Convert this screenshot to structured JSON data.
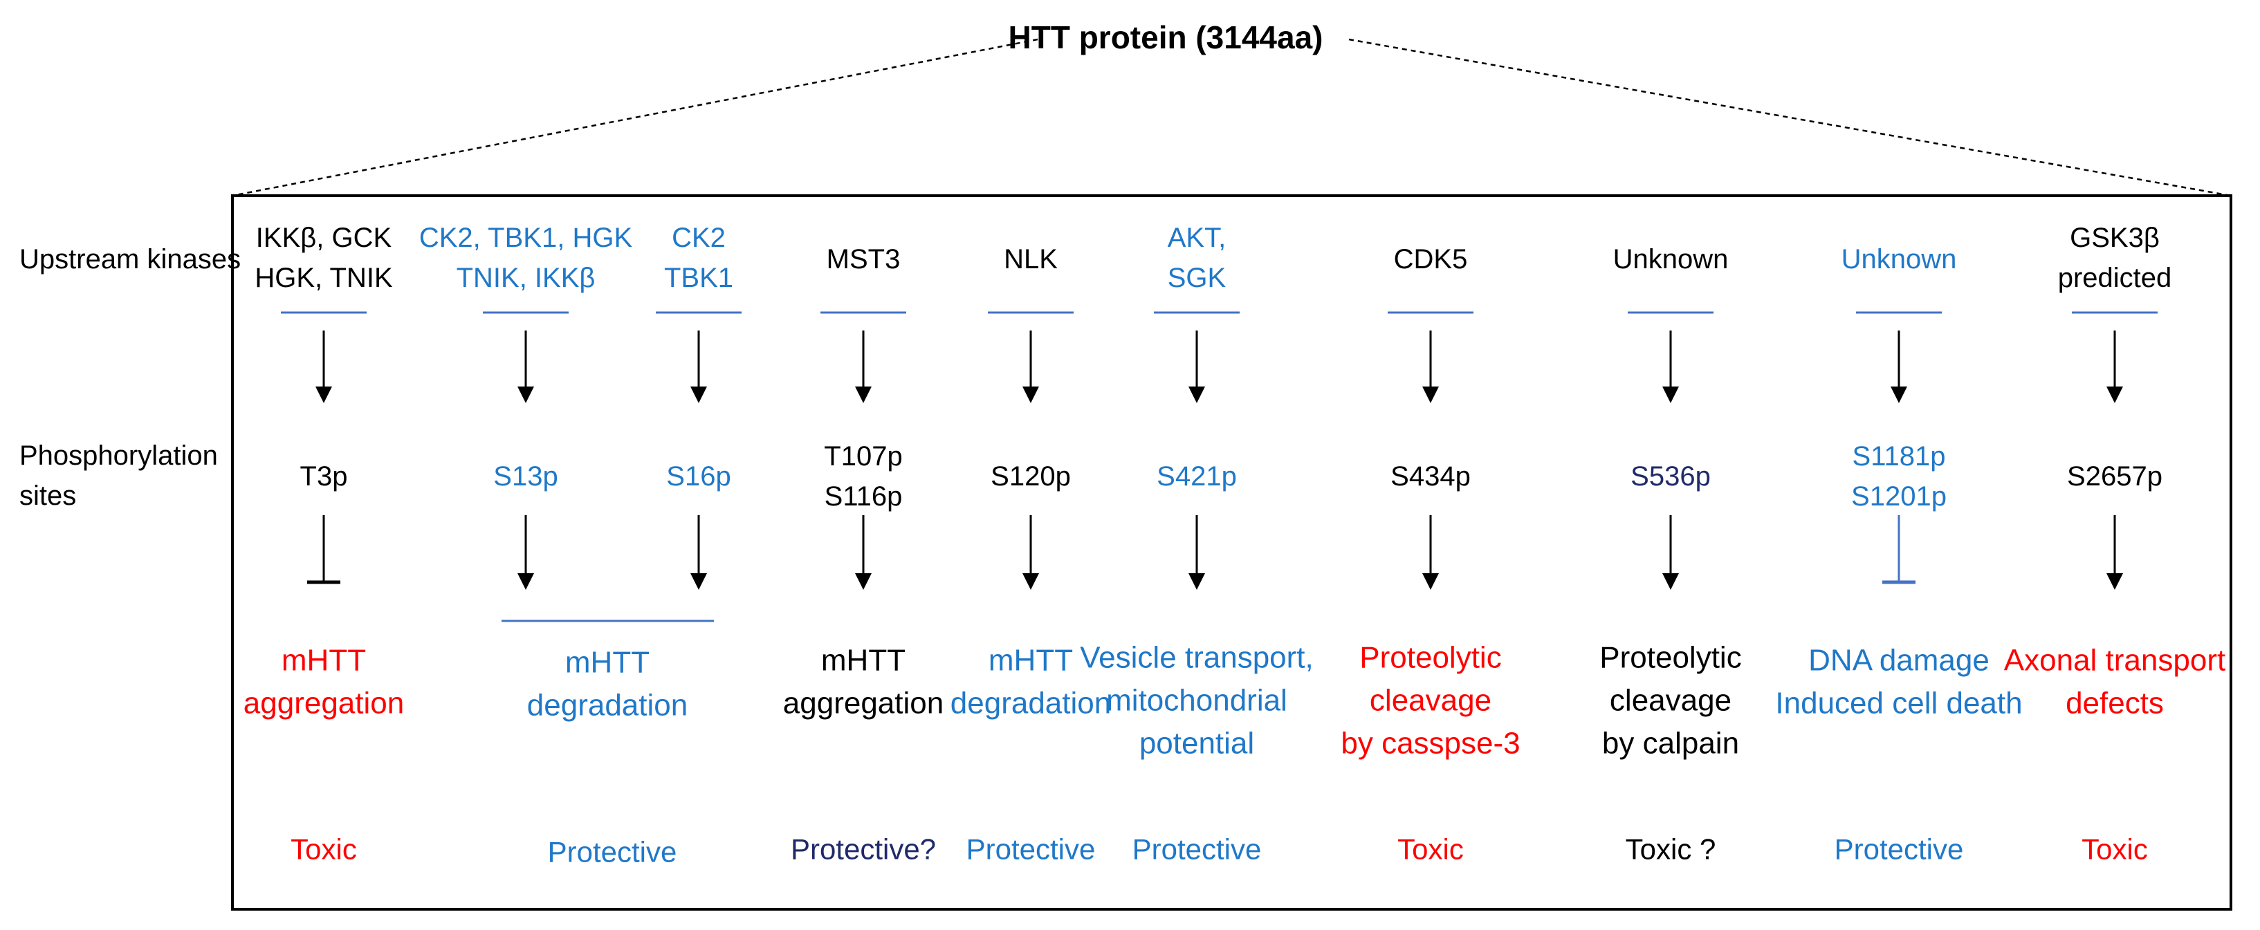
{
  "title": "HTT protein (3144aa)",
  "row_labels": {
    "kinases": "Upstream kinases",
    "sites": [
      "Phosphorylation",
      "sites"
    ]
  },
  "colors": {
    "black": "#000000",
    "blue": "#1f78c8",
    "navy": "#1f2a6b",
    "red": "#ff0000",
    "bar": "#4472c4"
  },
  "columns": [
    {
      "kinase": {
        "lines": [
          "IKKβ, GCK",
          "HGK, TNIK"
        ],
        "color": "black"
      },
      "site": {
        "lines": [
          "T3p"
        ],
        "color": "black"
      },
      "relation": "inhibit",
      "effect": {
        "lines": [
          "mHTT",
          "aggregation"
        ],
        "color": "red"
      },
      "outcome": {
        "text": "Toxic",
        "color": "red"
      }
    },
    {
      "kinase": {
        "lines": [
          "CK2, TBK1, HGK",
          "TNIK, IKKβ"
        ],
        "color": "blue"
      },
      "site": {
        "lines": [
          "S13p"
        ],
        "color": "blue"
      },
      "relation": "activate"
    },
    {
      "kinase": {
        "lines": [
          "CK2",
          "TBK1"
        ],
        "color": "blue"
      },
      "site": {
        "lines": [
          "S16p"
        ],
        "color": "blue"
      },
      "relation": "activate"
    },
    {
      "kinase": {
        "lines": [
          "MST3"
        ],
        "color": "black"
      },
      "site": {
        "lines": [
          "T107p",
          "S116p"
        ],
        "color": "black"
      },
      "relation": "activate",
      "effect": {
        "lines": [
          "mHTT",
          "aggregation"
        ],
        "color": "black"
      },
      "outcome": {
        "text": "Protective?",
        "color": "navy"
      }
    },
    {
      "kinase": {
        "lines": [
          "NLK"
        ],
        "color": "black"
      },
      "site": {
        "lines": [
          "S120p"
        ],
        "color": "black"
      },
      "relation": "activate",
      "effect": {
        "lines": [
          "mHTT",
          "degradation"
        ],
        "color": "blue"
      },
      "outcome": {
        "text": "Protective",
        "color": "blue"
      }
    },
    {
      "kinase": {
        "lines": [
          "AKT,",
          "SGK"
        ],
        "color": "blue"
      },
      "site": {
        "lines": [
          "S421p"
        ],
        "color": "blue"
      },
      "relation": "activate",
      "effect": {
        "lines": [
          "Vesicle transport,",
          "mitochondrial",
          "potential"
        ],
        "color": "blue"
      },
      "outcome": {
        "text": "Protective",
        "color": "blue"
      }
    },
    {
      "kinase": {
        "lines": [
          "CDK5"
        ],
        "color": "black"
      },
      "site": {
        "lines": [
          "S434p"
        ],
        "color": "black"
      },
      "relation": "activate",
      "effect": {
        "lines": [
          "Proteolytic",
          "cleavage",
          "by casspse-3"
        ],
        "color": "red"
      },
      "outcome": {
        "text": "Toxic",
        "color": "red"
      }
    },
    {
      "kinase": {
        "lines": [
          "Unknown"
        ],
        "color": "black"
      },
      "site": {
        "lines": [
          "S536p"
        ],
        "color": "navy"
      },
      "relation": "activate",
      "effect": {
        "lines": [
          "Proteolytic",
          "cleavage",
          "by calpain"
        ],
        "color": "black"
      },
      "outcome": {
        "text": "Toxic ?",
        "color": "black"
      }
    },
    {
      "kinase": {
        "lines": [
          "Unknown"
        ],
        "color": "blue"
      },
      "site": {
        "lines": [
          "S1181p",
          "S1201p"
        ],
        "color": "blue"
      },
      "relation": "inhibit",
      "effect": {
        "lines": [
          "DNA damage",
          "Induced cell death"
        ],
        "color": "blue"
      },
      "outcome": {
        "text": "Protective",
        "color": "blue"
      }
    },
    {
      "kinase": {
        "lines": [
          "GSK3β",
          "predicted"
        ],
        "color": "black"
      },
      "site": {
        "lines": [
          "S2657p"
        ],
        "color": "black"
      },
      "relation": "activate",
      "effect": {
        "lines": [
          "Axonal transport",
          "defects"
        ],
        "color": "red"
      },
      "outcome": {
        "text": "Toxic",
        "color": "red"
      }
    }
  ],
  "merged": {
    "effect": {
      "lines": [
        "mHTT",
        "degradation"
      ],
      "color": "blue"
    },
    "outcome": {
      "text": "Protective",
      "color": "blue"
    }
  }
}
